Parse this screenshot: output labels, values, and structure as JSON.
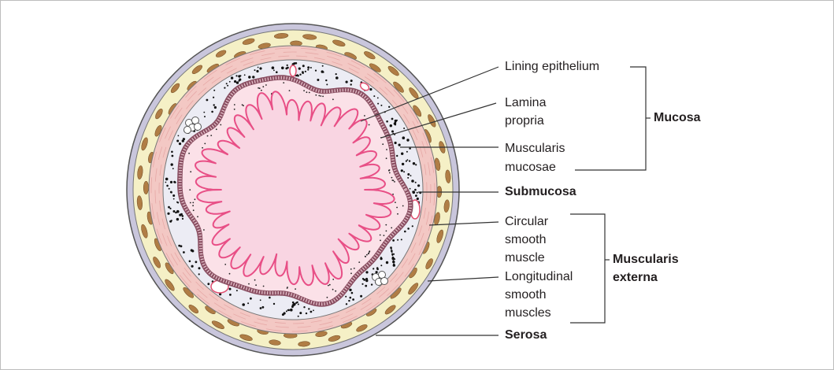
{
  "labels": {
    "lining_epithelium": "Lining epithelium",
    "lamina_line1": "Lamina",
    "lamina_line2": "propria",
    "muscularis_mucosae_line1": "Muscularis",
    "muscularis_mucosae_line2": "mucosae",
    "submucosa": "Submucosa",
    "circular_line1": "Circular",
    "circular_line2": "smooth",
    "circular_line3": "muscle",
    "longitudinal_line1": "Longitudinal",
    "longitudinal_line2": "smooth",
    "longitudinal_line3": "muscles",
    "serosa": "Serosa"
  },
  "groups": {
    "mucosa": "Mucosa",
    "muscularis_externa_line1": "Muscularis",
    "muscularis_externa_line2": "externa"
  },
  "colors": {
    "serosa_ring": "#c9c6dc",
    "longitudinal_muscle_ring": "#f5f0c6",
    "muscle_cells": "#b07d45",
    "circular_muscle_ring": "#f3c8c4",
    "submucosa_fill": "#ececf4",
    "muscularis_mucosae_band": "#8a4f62",
    "lamina_propria_fill": "#fbe1e8",
    "villi_outline": "#e84f86",
    "lumen_fill": "#f9d5e2",
    "leader_lines": "#333333"
  }
}
